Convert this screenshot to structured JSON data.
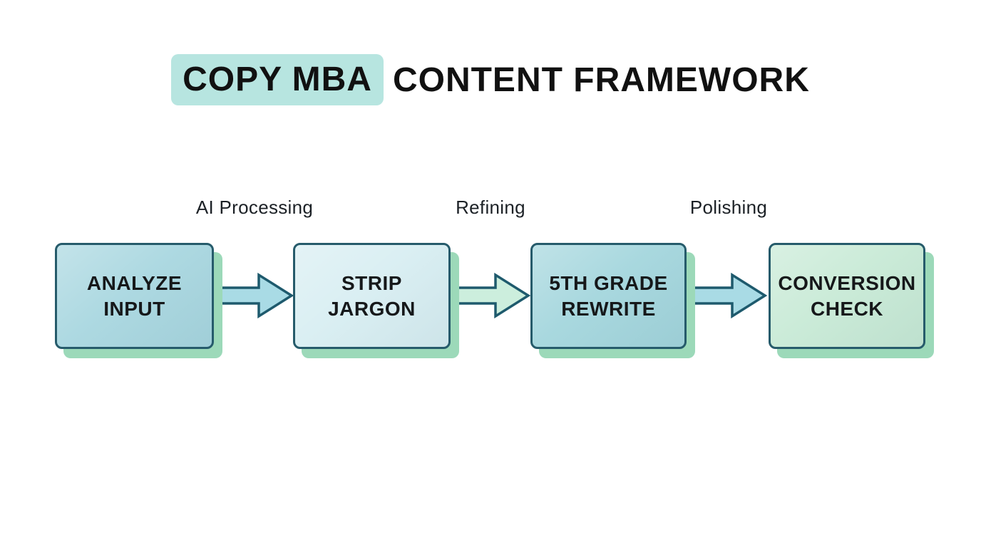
{
  "title": {
    "highlight_text": "COPY MBA",
    "rest_text": "CONTENT FRAMEWORK",
    "highlight_color": "#b7e5e0",
    "text_color": "#111111"
  },
  "flow": {
    "steps": [
      {
        "id": "analyze-input",
        "label": "ANALYZE\nINPUT",
        "fill": "#a9d7e0"
      },
      {
        "id": "strip-jargon",
        "label": "STRIP\nJARGON",
        "fill": "#d8eef2"
      },
      {
        "id": "5th-grade-rewrite",
        "label": "5TH GRADE\nREWRITE",
        "fill": "#a4d6dd"
      },
      {
        "id": "conversion-check",
        "label": "CONVERSION\nCHECK",
        "fill": "#c8ead6"
      }
    ],
    "arrows": [
      {
        "label": "AI Processing",
        "fill": "#a9dbe5"
      },
      {
        "label": "Refining",
        "fill": "#cceedd"
      },
      {
        "label": "Polishing",
        "fill": "#a9dbe5"
      }
    ],
    "box_border_color": "#265b6b",
    "box_shadow_color": "#9cd9b9",
    "arrow_border_color": "#1e5a6d"
  },
  "background_color": "#ffffff"
}
